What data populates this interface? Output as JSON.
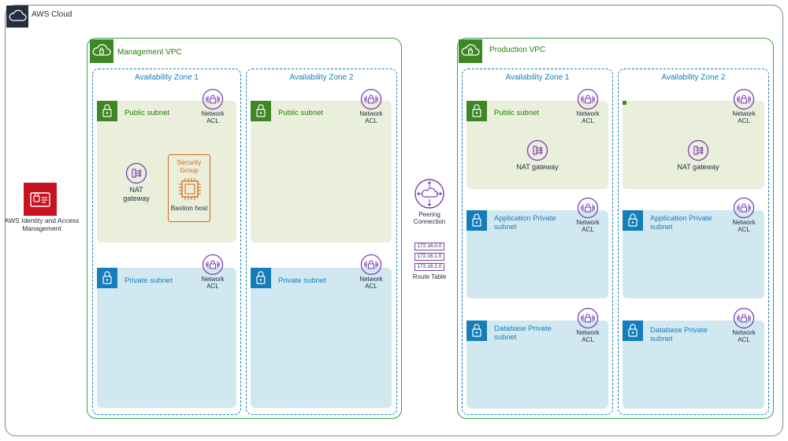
{
  "cloud": {
    "title": "AWS Cloud"
  },
  "iam": {
    "label": "AWS Identity and Access Management"
  },
  "management_vpc": {
    "title": "Management VPC",
    "az1": {
      "title": "Availability Zone 1",
      "public_subnet": "Public subnet",
      "private_subnet": "Private subnet",
      "nat_gateway": "NAT gateway",
      "security_group": "Security Group",
      "bastion_host": "Bastion host"
    },
    "az2": {
      "title": "Availability Zone 2",
      "public_subnet": "Public subnet",
      "private_subnet": "Private subnet"
    }
  },
  "production_vpc": {
    "title": "Production VPC",
    "az1": {
      "title": "Availability Zone 1",
      "public_subnet": "Public subnet",
      "nat_gateway": "NAT gateway",
      "app_subnet": "Application Private subnet",
      "db_subnet": "Database Private subnet"
    },
    "az2": {
      "title": "Availability Zone 2",
      "nat_gateway": "NAT gateway",
      "app_subnet": "Application Private subnet",
      "db_subnet": "Database Private subnet"
    }
  },
  "network_acl": "Network ACL",
  "peering": {
    "label": "Peering Connection"
  },
  "route_table": {
    "label": "Route Table",
    "entries": [
      "172.16.0.0",
      "172.16.1.0",
      "172.16.2.0"
    ]
  },
  "colors": {
    "vpc_border": "#2ea44f",
    "vpc_title": "#1d8102",
    "az_border": "#147eba",
    "public_subnet_bg": "#e9efdb",
    "private_subnet_bg": "#d2e8f0",
    "icon_purple": "#7a3eb5",
    "security_group": "#d86613",
    "iam_red": "#c7131f",
    "dark": "#232f3e"
  }
}
